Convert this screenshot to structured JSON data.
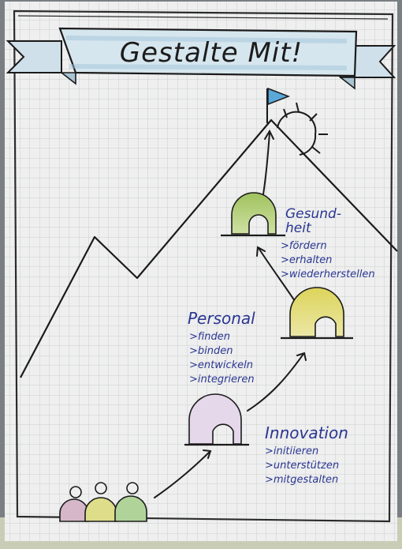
{
  "title": "Gestalte Mit!",
  "areas": [
    {
      "heading_lines": [
        "Gesund-",
        "heit"
      ],
      "bullets": [
        ">fördern",
        ">erhalten",
        ">wiederherstellen"
      ]
    },
    {
      "heading_lines": [
        "Personal"
      ],
      "bullets": [
        ">finden",
        ">binden",
        ">entwickeln",
        ">integrieren"
      ]
    },
    {
      "heading_lines": [
        "Innovation"
      ],
      "bullets": [
        ">initiieren",
        ">unterstützen",
        ">mitgestalten"
      ]
    }
  ],
  "colors": {
    "paper": "#eeefee",
    "grid": "#c3c6c9",
    "ink": "#1b1b1b",
    "blue_text": "#2a3592",
    "banner_fill": "#cfe0ea",
    "flag": "#5ba8d8",
    "arch_top": "#a8c86a",
    "arch_mid": "#e2dc6a",
    "arch_low": "#d9c8e0",
    "person_pink": "#d6b7c9",
    "person_yellow": "#dedd8a",
    "person_green": "#b0d39a"
  }
}
